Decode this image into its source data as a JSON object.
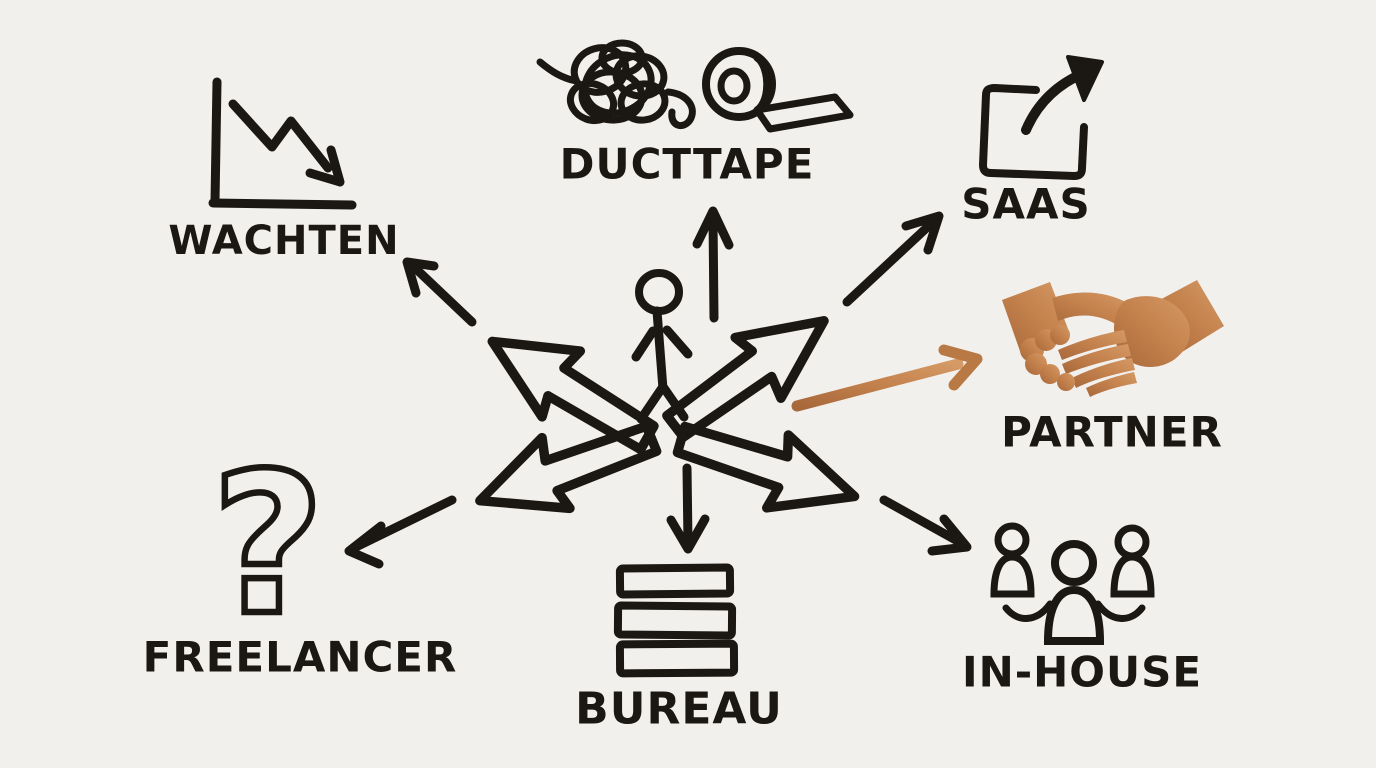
{
  "colors": {
    "background": "#f2f0ed",
    "ink": "#1b1712",
    "copper_accent": "#bf7c4a"
  },
  "center": {
    "figure_icon": "stick-figure-icon",
    "arrows_icon": "crossed-direction-arrows-icon",
    "description_arrows": [
      "up-left",
      "up-right",
      "down-left",
      "down-right",
      "up",
      "down"
    ]
  },
  "options": [
    {
      "label": "WACHTEN",
      "icon": "declining-chart-icon",
      "accent": "ink"
    },
    {
      "label": "DUCTTAPE",
      "icon": "tangled-thread-and-tape-roll-icon",
      "accent": "ink"
    },
    {
      "label": "SAAS",
      "icon": "box-arrow-out-icon",
      "accent": "ink"
    },
    {
      "label": "PARTNER",
      "icon": "handshake-icon",
      "accent": "copper"
    },
    {
      "label": "IN-HOUSE",
      "icon": "team-people-icon",
      "accent": "ink"
    },
    {
      "label": "BUREAU",
      "icon": "stacked-trays-icon",
      "accent": "ink"
    },
    {
      "label": "FREELANCER",
      "icon": "question-mark-icon",
      "accent": "ink"
    }
  ]
}
